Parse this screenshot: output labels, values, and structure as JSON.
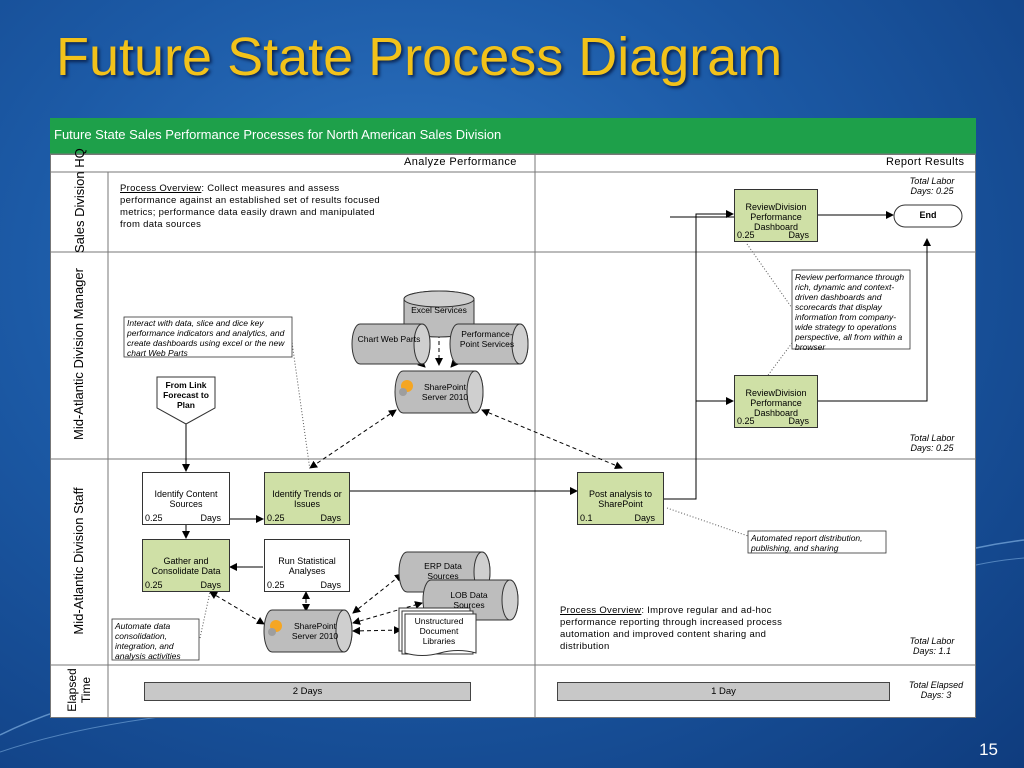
{
  "slide": {
    "title": "Future State Process Diagram",
    "page_number": "15"
  },
  "diagram": {
    "header": "Future State Sales Performance Processes for North American Sales Division",
    "columns": [
      "Analyze Performance",
      "Report Results"
    ],
    "lanes": [
      "Sales Division HQ",
      "Mid-Atlantic Division Manager",
      "Mid-Atlantic Division Staff",
      "Elapsed Time"
    ],
    "overview1": {
      "label": "Process Overview",
      "text": ": Collect measures and assess performance against an established set of results focused metrics; performance data easily drawn and manipulated from data sources"
    },
    "overview2": {
      "label": "Process Overview",
      "text": ": Improve regular and ad-hoc performance reporting through increased process automation and improved content sharing and distribution"
    },
    "total_labor": {
      "hq": "Total Labor Days: 0.25",
      "manager": "Total Labor Days: 0.25",
      "staff": "Total Labor Days: 1.1",
      "elapsed": "Total Elapsed Days: 3"
    },
    "steps": {
      "review_hq": {
        "label": "ReviewDivision Performance Dashboard",
        "value": "0.25",
        "unit": "Days"
      },
      "review_mgr": {
        "label": "ReviewDivision Performance Dashboard",
        "value": "0.25",
        "unit": "Days"
      },
      "identify_content": {
        "label": "Identify Content Sources",
        "value": "0.25",
        "unit": "Days"
      },
      "identify_trends": {
        "label": "Identify Trends or Issues",
        "value": "0.25",
        "unit": "Days"
      },
      "post_analysis": {
        "label": "Post analysis to SharePoint",
        "value": "0.1",
        "unit": "Days"
      },
      "gather": {
        "label": "Gather and Consolidate Data",
        "value": "0.25",
        "unit": "Days"
      },
      "run_stats": {
        "label": "Run Statistical Analyses",
        "value": "0.25",
        "unit": "Days"
      }
    },
    "end": "End",
    "from_link": "From Link Forecast to Plan",
    "data_stores": {
      "excel": "Excel Services",
      "chart_web": "Chart Web Parts",
      "perf_point": "Performance-Point Services",
      "sp_mgr": "SharePoint Server 2010",
      "sp_staff": "SharePoint Server 2010",
      "erp": "ERP Data Sources",
      "lob": "LOB Data Sources",
      "unstructured": "Unstructured Document Libraries"
    },
    "notes": {
      "interact": "Interact with data, slice and dice key performance indicators and analytics, and create dashboards using excel or the new chart Web Parts",
      "review": "Review performance through rich, dynamic and context-driven dashboards and scorecards that display information from company-wide strategy to operations perspective, all from within a browser",
      "automated": "Automated report distribution, publishing, and sharing",
      "automate_data": "Automate data consolidation, integration, and analysis activities"
    },
    "elapsed": {
      "analyze": "2 Days",
      "report": "1 Day"
    }
  },
  "colors": {
    "header": "#1ea04a",
    "step_green": "#cfe0a6",
    "title": "#f2c21a",
    "store_gray": "#bdbdbd"
  }
}
